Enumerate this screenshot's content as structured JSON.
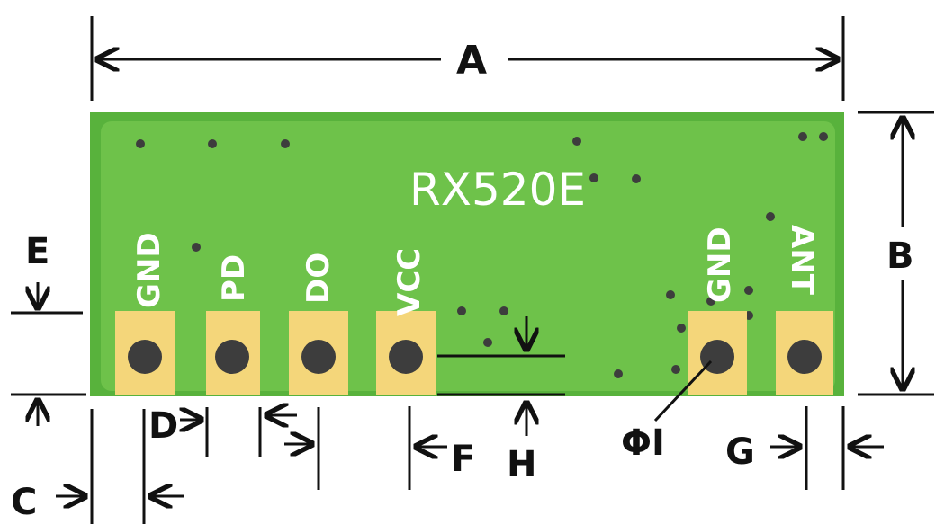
{
  "dimension_labels": {
    "A": "A",
    "B": "B",
    "C": "C",
    "D": "D",
    "E": "E",
    "F": "F",
    "G": "G",
    "H": "H",
    "I": "ΦI"
  },
  "board": {
    "model": "RX520E"
  },
  "pins": [
    {
      "label": "GND"
    },
    {
      "label": "PD"
    },
    {
      "label": "DO"
    },
    {
      "label": "VCC"
    },
    {
      "label": "GND"
    },
    {
      "label": "ANT"
    }
  ],
  "colors": {
    "pcb_green": "#6ec24a",
    "pcb_edge": "#58b23c",
    "pad_gold": "#f4d67a",
    "hole": "#3d3d3d"
  }
}
